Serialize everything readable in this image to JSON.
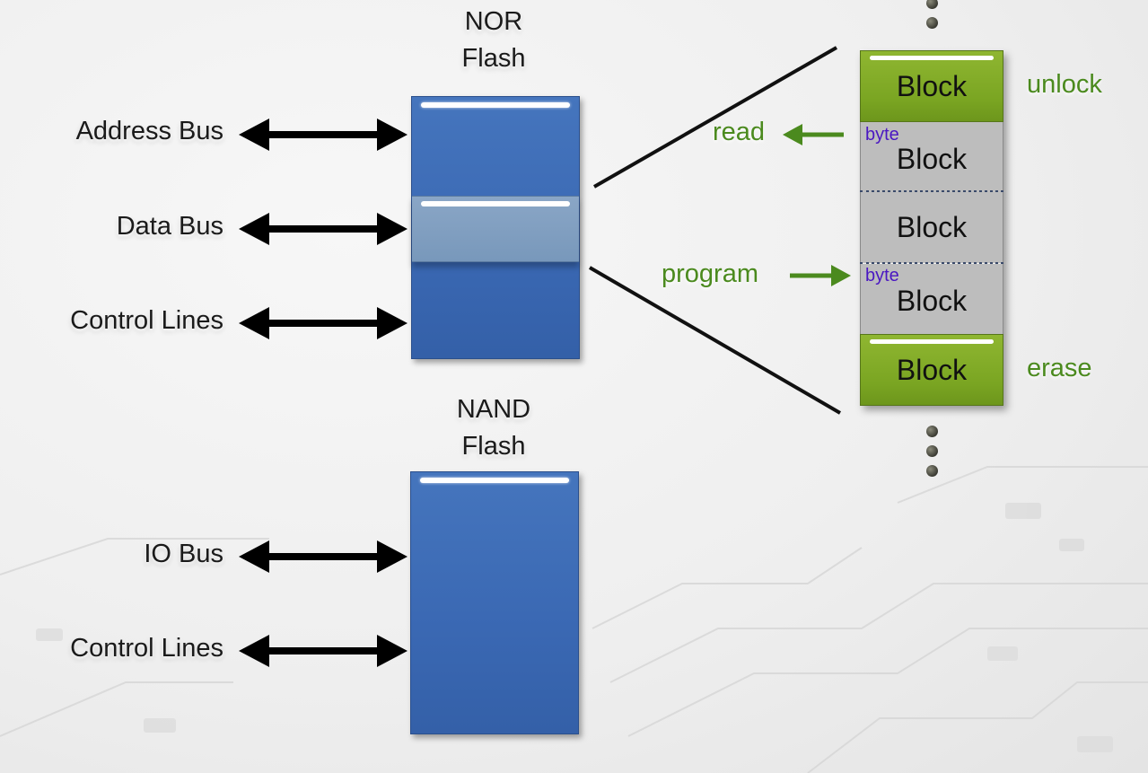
{
  "nor": {
    "title_line1": "NOR",
    "title_line2": "Flash",
    "signals": [
      "Address Bus",
      "Data Bus",
      "Control Lines"
    ]
  },
  "nand": {
    "title_line1": "NAND",
    "title_line2": "Flash",
    "signals": [
      "IO Bus",
      "Control Lines"
    ]
  },
  "memory_blocks": [
    {
      "label": "Block",
      "color": "#7aa522",
      "byte": "",
      "operation": "unlock"
    },
    {
      "label": "Block",
      "color": "#bdbdbd",
      "byte": "byte",
      "operation": "read"
    },
    {
      "label": "Block",
      "color": "#bdbdbd",
      "byte": "",
      "operation": ""
    },
    {
      "label": "Block",
      "color": "#bdbdbd",
      "byte": "byte",
      "operation": "program"
    },
    {
      "label": "Block",
      "color": "#7aa522",
      "byte": "",
      "operation": "erase"
    }
  ],
  "colors": {
    "chip_blue": "#3a68b3",
    "highlight_blue": "#7898bb",
    "block_green": "#7aa522",
    "block_gray": "#bdbdbd",
    "operation_green": "#4b8a1e",
    "byte_purple": "#4a17c2"
  },
  "icons": {
    "bus_arrow": "double-headed-arrow",
    "op_arrow": "single-arrow",
    "continuation": "vertical-ellipsis"
  }
}
